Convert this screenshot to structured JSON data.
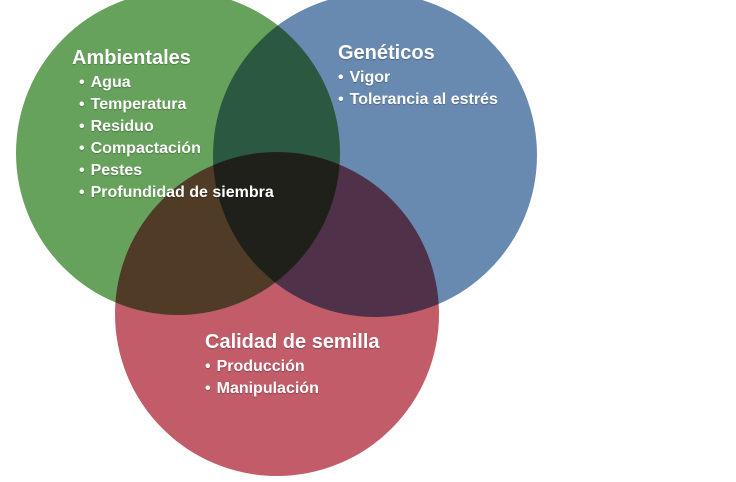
{
  "colors": {
    "ambientales": "#5a9a4e",
    "geneticos": "#5b80aa",
    "calidad": "#bd4e5c",
    "text": "#ffffff"
  },
  "sets": {
    "ambientales": {
      "title": "Ambientales",
      "items": [
        "Agua",
        "Temperatura",
        "Residuo",
        "Compactación",
        "Pestes",
        "Profundidad de siembra"
      ]
    },
    "geneticos": {
      "title": "Genéticos",
      "items": [
        "Vigor",
        "Tolerancia al estrés"
      ]
    },
    "calidad": {
      "title": "Calidad de semilla",
      "items": [
        "Producción",
        "Manipulación"
      ]
    }
  }
}
